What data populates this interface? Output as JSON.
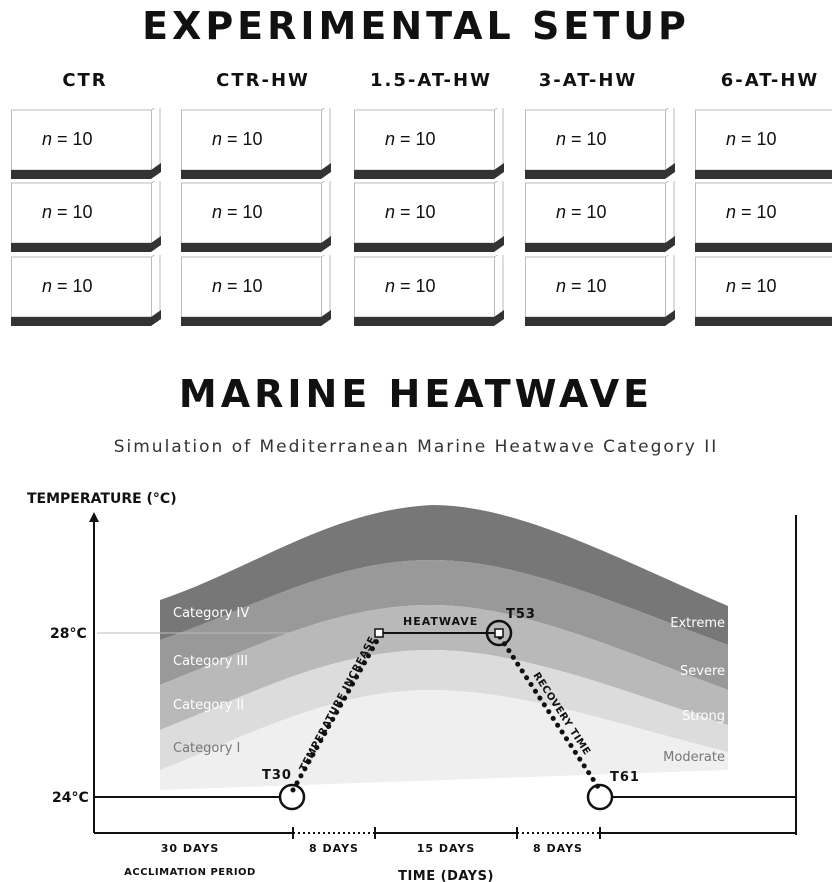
{
  "setup": {
    "title": "EXPERIMENTAL SETUP",
    "groups": [
      "CTR",
      "CTR-HW",
      "1.5-AT-HW",
      "3-AT-HW",
      "6-AT-HW"
    ],
    "n_prefix": "n",
    "n_rest": " = 10"
  },
  "heatwave": {
    "title": "MARINE HEATWAVE",
    "subtitle": "Simulation of Mediterranean Marine Heatwave Category II",
    "y_axis_label": "TEMPERATURE (°C)",
    "x_axis_label": "TIME (DAYS)",
    "temp_high": "28°C",
    "temp_low": "24°C",
    "categories": [
      "Category IV",
      "Category III",
      "Category II",
      "Category I"
    ],
    "severity": [
      "Extreme",
      "Severe",
      "Strong",
      "Moderate"
    ],
    "phase_labels": {
      "increase": "TEMPERATURE INCREASE",
      "heatwave": "HEATWAVE",
      "recovery": "RECOVERY TIME"
    },
    "timepoints": [
      "T30",
      "T53",
      "T61"
    ],
    "periods": [
      {
        "label": "30 DAYS",
        "sub": "ACCLIMATION PERIOD"
      },
      {
        "label": "8 DAYS"
      },
      {
        "label": "15 DAYS"
      },
      {
        "label": "8 DAYS"
      }
    ],
    "colors": {
      "cat4": "#777777",
      "cat3": "#999999",
      "cat2": "#b9b9b9",
      "cat1": "#dcdcdc",
      "cat0": "#efefef"
    }
  }
}
